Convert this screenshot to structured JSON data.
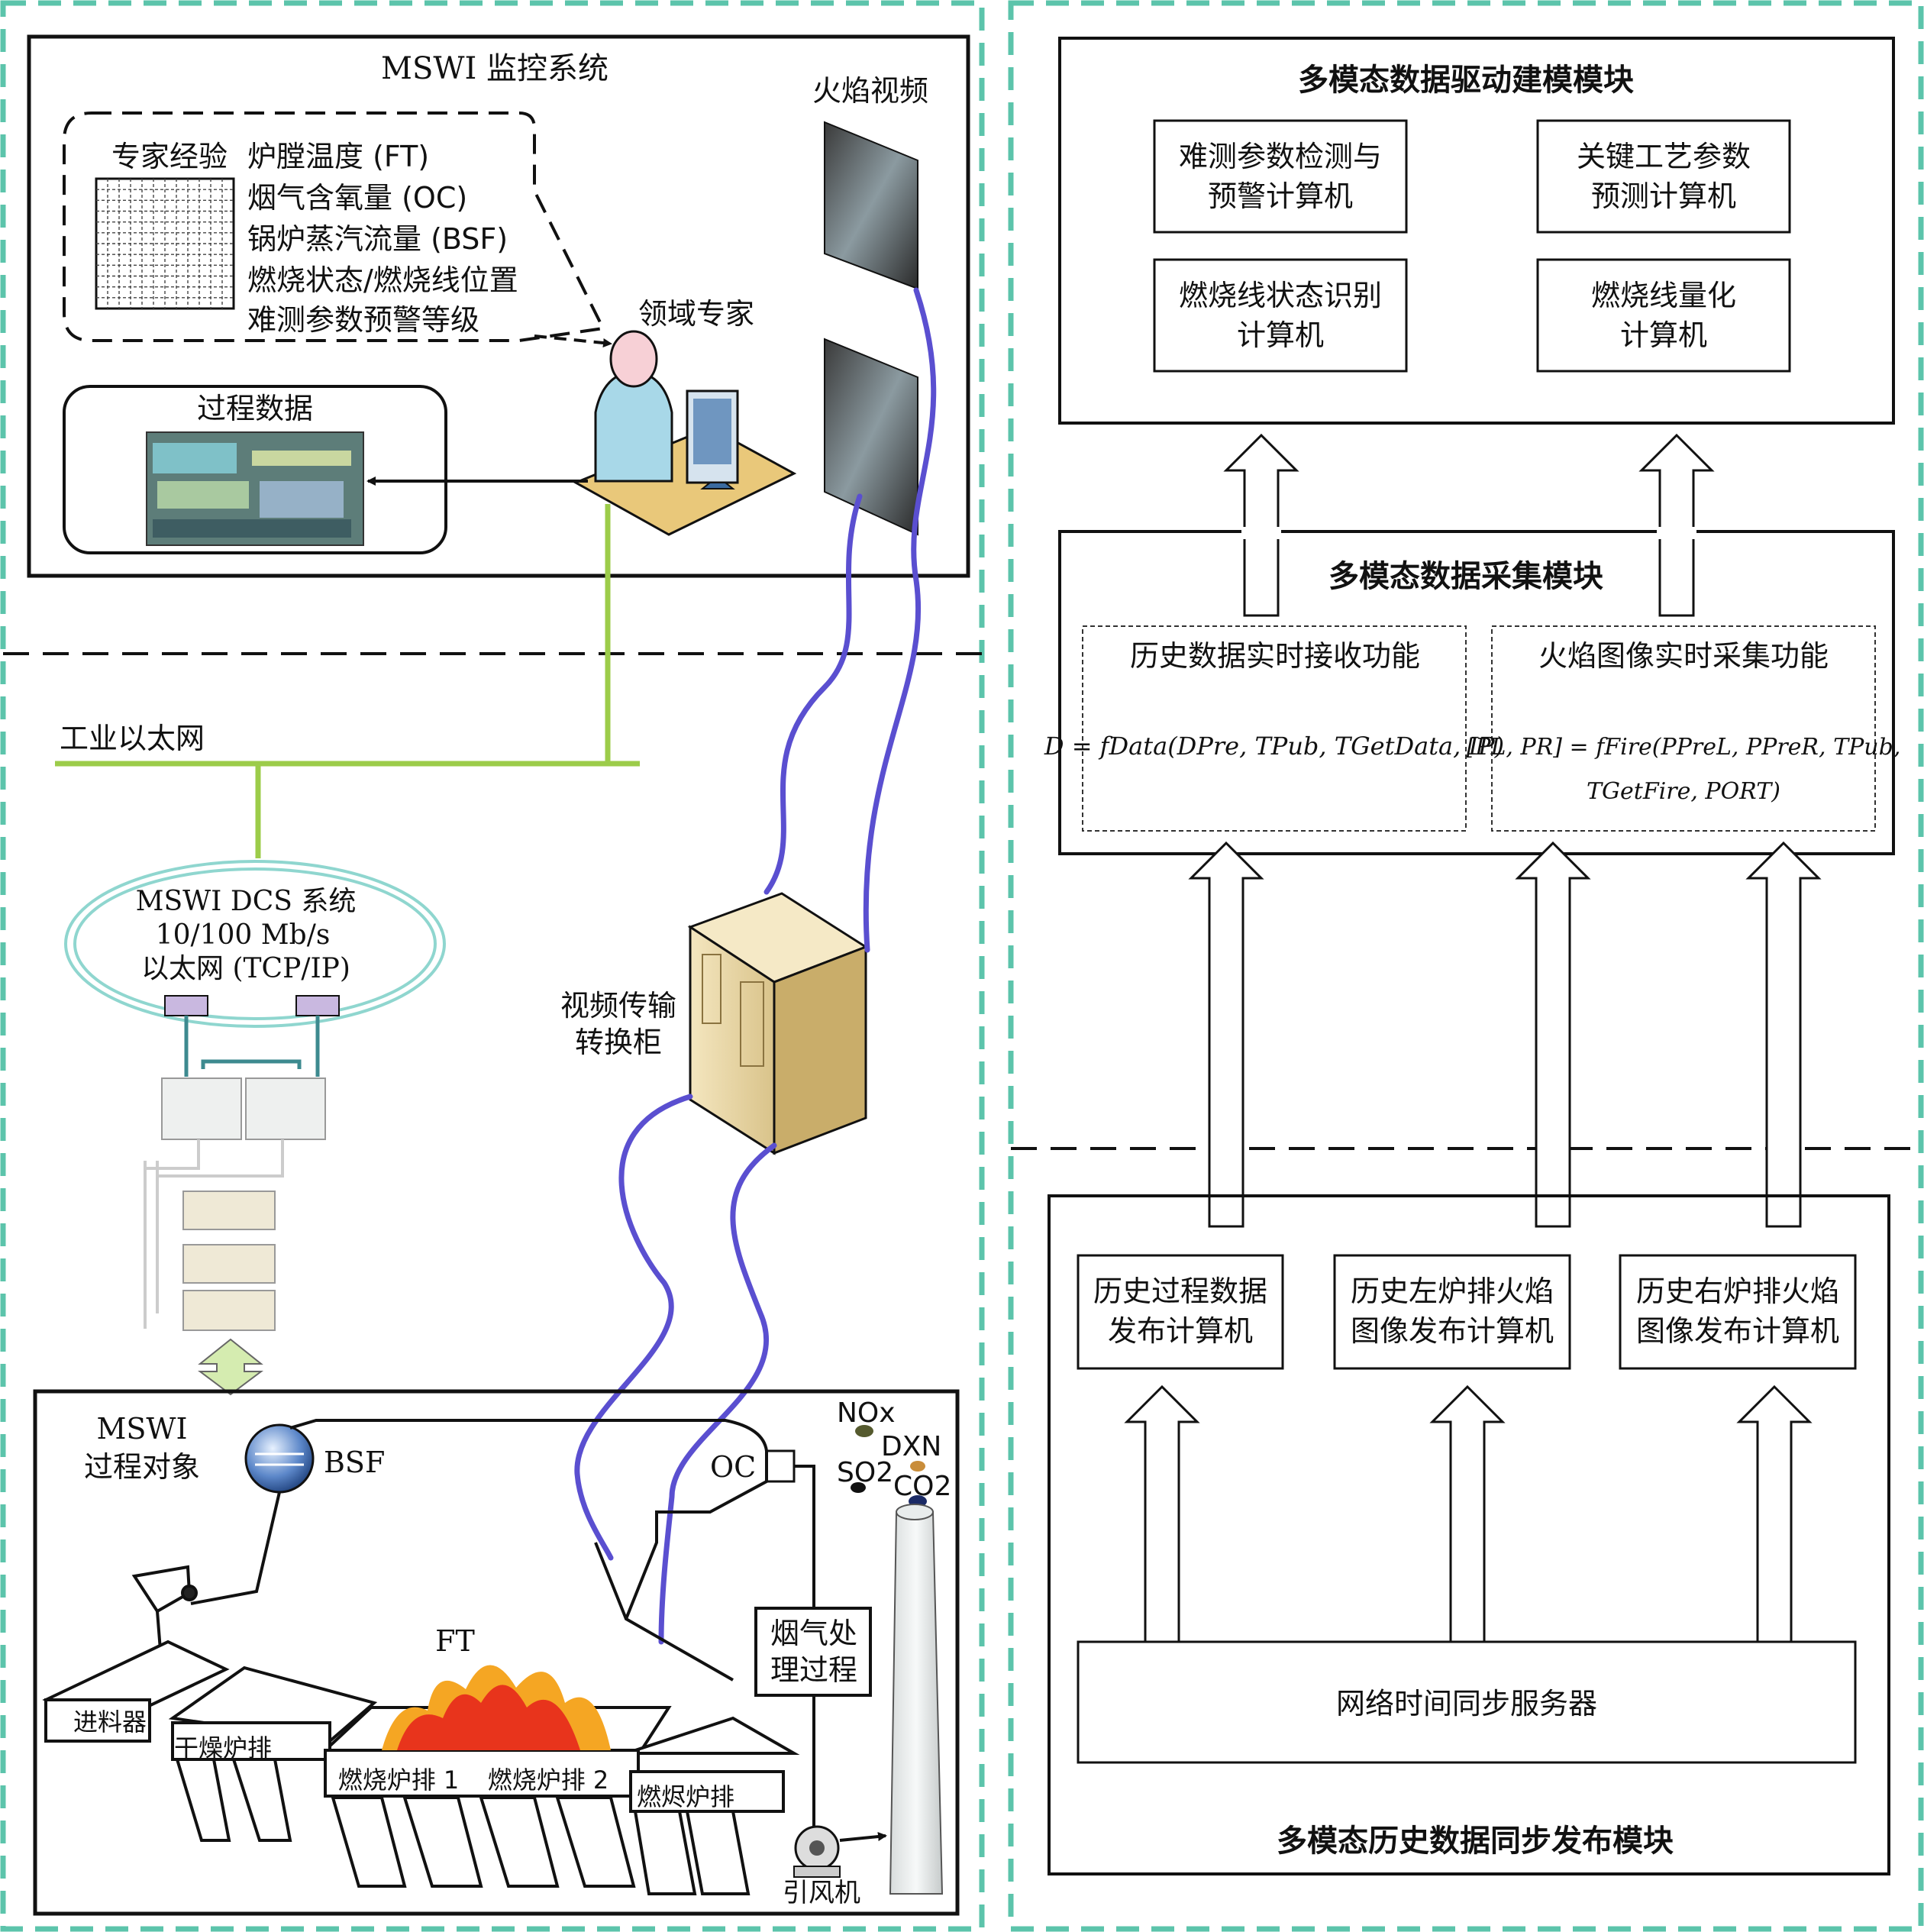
{
  "monitor": {
    "title": "MSWI 监控系统",
    "flame_video": "火焰视频",
    "expert_experience": "专家经验",
    "expert_items": [
      "炉膛温度 (FT)",
      "烟气含氧量 (OC)",
      "锅炉蒸汽流量 (BSF)",
      "燃烧状态/燃烧线位置",
      "难测参数预警等级"
    ],
    "domain_expert": "领域专家",
    "process_data": "过程数据"
  },
  "network": {
    "industrial_ethernet": "工业以太网",
    "dcs_line1": "MSWI DCS 系统",
    "dcs_line2": "10/100 Mb/s",
    "dcs_line3": "以太网 (TCP/IP)",
    "video_cabinet_line1": "视频传输",
    "video_cabinet_line2": "转换柜"
  },
  "process": {
    "object_line1": "MSWI",
    "object_line2": "过程对象",
    "bsf": "BSF",
    "oc": "OC",
    "ft": "FT",
    "gases": [
      "NOx",
      "DXN",
      "SO2",
      "CO2"
    ],
    "flue_gas_line1": "烟气处",
    "flue_gas_line2": "理过程",
    "feeder": "进料器",
    "drying_grate": "干燥炉排",
    "combustion_grate_1": "燃烧炉排 1",
    "combustion_grate_2": "燃烧炉排 2",
    "burnout_grate": "燃烬炉排",
    "induced_fan": "引风机"
  },
  "modeling": {
    "title": "多模态数据驱动建模模块",
    "box1_line1": "难测参数检测与",
    "box1_line2": "预警计算机",
    "box2_line1": "关键工艺参数",
    "box2_line2": "预测计算机",
    "box3_line1": "燃烧线状态识别",
    "box3_line2": "计算机",
    "box4_line1": "燃烧线量化",
    "box4_line2": "计算机"
  },
  "collection": {
    "title": "多模态数据采集模块",
    "history_receive": "历史数据实时接收功能",
    "flame_capture": "火焰图像实时采集功能",
    "formula_data": "D = fData(DPre, TPub, TGetData, IP)",
    "formula_fire_1": "[PL, PR] = fFire(PPreL, PPreR, TPub,",
    "formula_fire_2": "TGetFire, PORT)"
  },
  "publish": {
    "title": "多模态历史数据同步发布模块",
    "box1_line1": "历史过程数据",
    "box1_line2": "发布计算机",
    "box2_line1": "历史左炉排火焰",
    "box2_line2": "图像发布计算机",
    "box3_line1": "历史右炉排火焰",
    "box3_line2": "图像发布计算机",
    "ntp": "网络时间同步服务器"
  },
  "colors": {
    "teal_border": "#5cc4ab",
    "green_line": "#9ccc4a",
    "purple_cable": "#5a4fd0",
    "flame_red": "#e8341c",
    "flame_orange": "#f5a623"
  }
}
